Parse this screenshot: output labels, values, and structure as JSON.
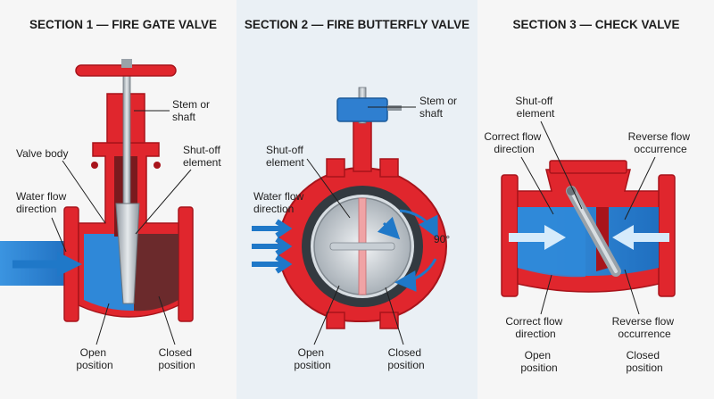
{
  "sections": [
    {
      "title": "SECTION 1 — FIRE GATE VALVE",
      "labels": {
        "stem": [
          "Stem or",
          "shaft"
        ],
        "body": [
          "Valve body"
        ],
        "shutoff": [
          "Shut-off",
          "element"
        ],
        "flow": [
          "Water flow",
          "direction"
        ],
        "open": [
          "Open",
          "position"
        ],
        "closed": [
          "Closed",
          "position"
        ]
      }
    },
    {
      "title": "SECTION 2 — FIRE BUTTERFLY VALVE",
      "labels": {
        "stem": [
          "Stem or",
          "shaft"
        ],
        "shutoff": [
          "Shut-off",
          "element"
        ],
        "flow": [
          "Water flow",
          "direction"
        ],
        "angle": [
          "90°"
        ],
        "open": [
          "Open",
          "position"
        ],
        "closed": [
          "Closed",
          "position"
        ]
      }
    },
    {
      "title": "SECTION 3 — CHECK VALVE",
      "labels": {
        "shutoff": [
          "Shut-off",
          "element"
        ],
        "correct_top": [
          "Correct flow",
          "direction"
        ],
        "reverse_top": [
          "Reverse flow",
          "occurrence"
        ],
        "correct_bottom": [
          "Correct flow",
          "direction"
        ],
        "reverse_bottom": [
          "Reverse flow",
          "occurrence"
        ],
        "open": [
          "Open",
          "position"
        ],
        "closed": [
          "Closed",
          "position"
        ]
      }
    }
  ],
  "colors": {
    "valve_red": "#e0262d",
    "dark_red": "#a8141b",
    "water_blue": "#2f88d8",
    "steel": "#b9c0c6",
    "panel_middle": "#eaf0f5",
    "panel_side": "#f6f6f6"
  }
}
